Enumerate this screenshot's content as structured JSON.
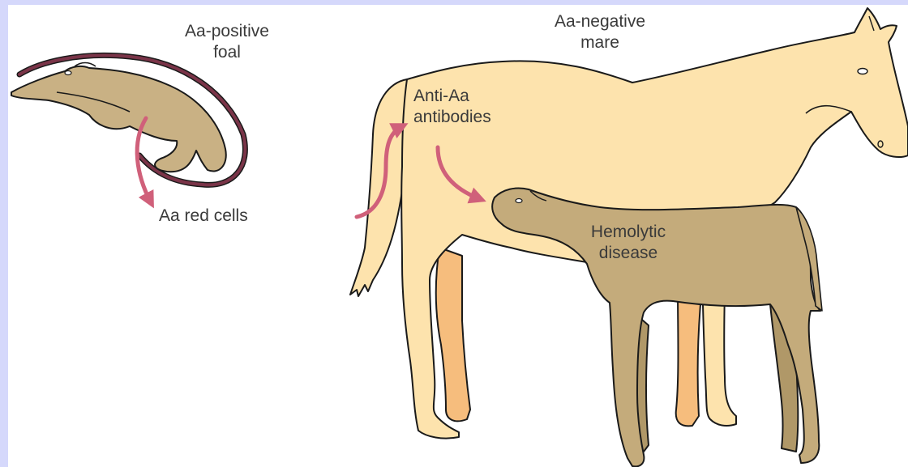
{
  "labels": {
    "fetus": [
      "Aa-positive",
      "foal"
    ],
    "mare": [
      "Aa-negative",
      "mare"
    ],
    "antibodies": [
      "Anti-Aa",
      "antibodies"
    ],
    "red_cells": "Aa red cells",
    "disease": [
      "Hemolytic",
      "disease"
    ]
  },
  "colors": {
    "background_border": "#d5d8fb",
    "mare_fill": "#fde3ad",
    "mare_leg_far": "#f6bd7d",
    "foal_fill": "#c4ab7b",
    "fetus_fill": "#c9b184",
    "uterus_wall": "#7a3448",
    "arrow": "#d0607a",
    "outline": "#1a1a1a"
  }
}
